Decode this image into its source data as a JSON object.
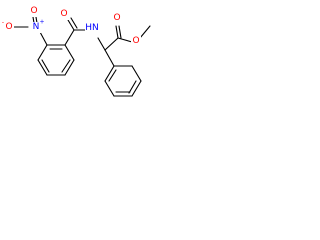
{
  "molecule": {
    "atoms": [
      {
        "id": "o_top_left",
        "label": "O",
        "color": "#ff0000"
      },
      {
        "id": "nh",
        "label": "HN",
        "color": "#0000ff"
      },
      {
        "id": "o_carbonyl_right",
        "label": "O",
        "color": "#ff0000"
      },
      {
        "id": "o_ester",
        "label": "O",
        "color": "#ff0000"
      },
      {
        "id": "o_nitro_top",
        "label": "O",
        "color": "#ff0000"
      },
      {
        "id": "n_nitro",
        "label": "N",
        "color": "#0000ff"
      },
      {
        "id": "o_nitro_left",
        "label": "O",
        "color": "#ff0000"
      }
    ],
    "charges": [
      {
        "id": "n_nitro_charge",
        "label": "+",
        "color": "#0000ff"
      },
      {
        "id": "o_nitro_left_charge",
        "label": "-",
        "color": "#ff0000"
      }
    ]
  }
}
